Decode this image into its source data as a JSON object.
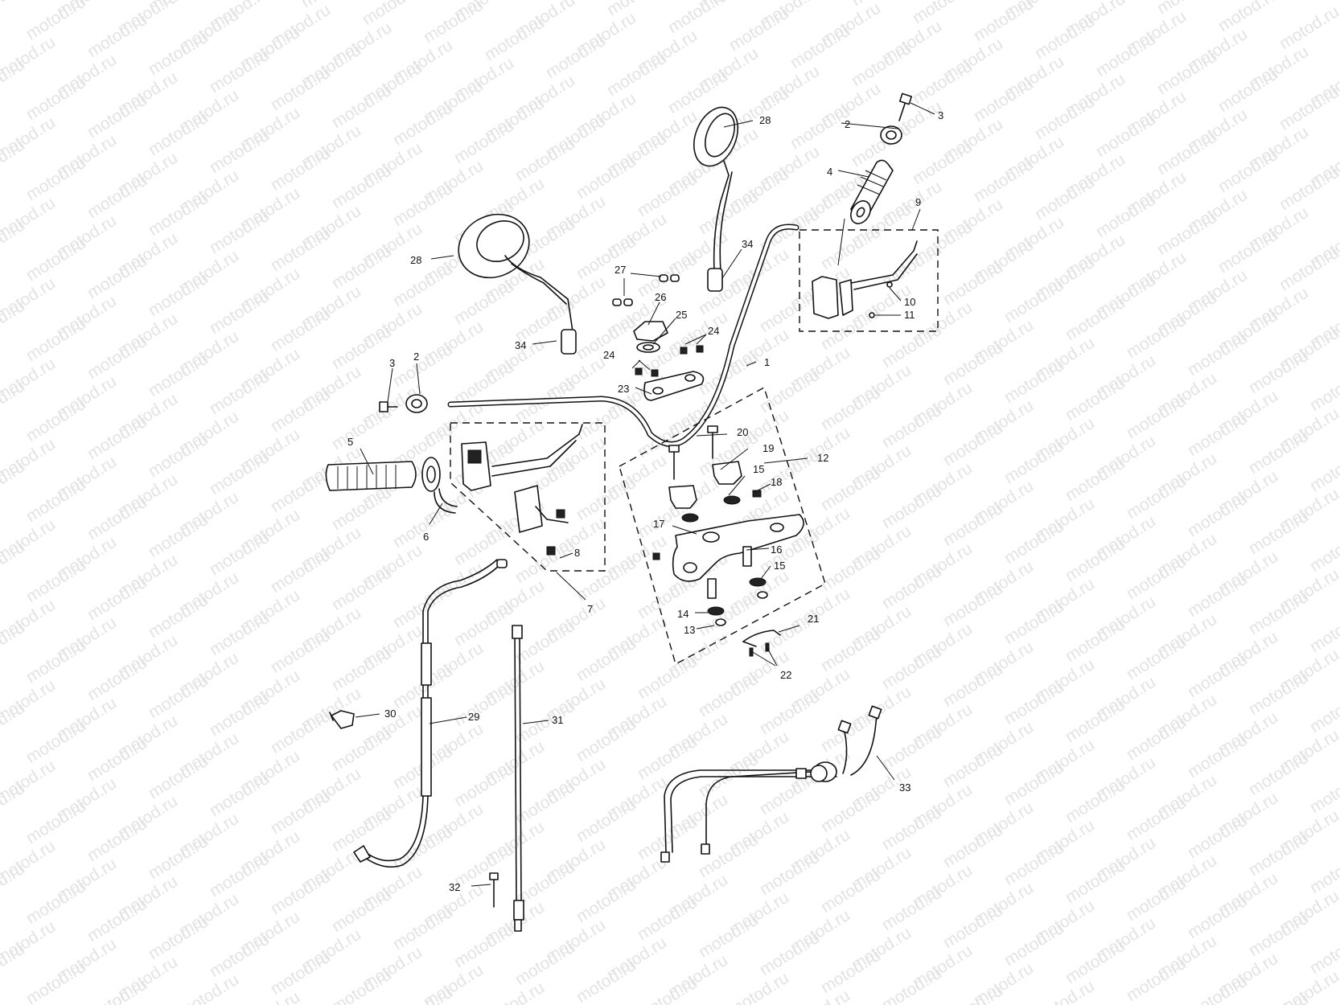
{
  "watermark": {
    "text": "motod.ru"
  },
  "colors": {
    "line": "#111111",
    "watermark": "#e3e3e3",
    "background": "#ffffff"
  },
  "callouts": {
    "1": "1",
    "2": "2",
    "3": "3",
    "4": "4",
    "5": "5",
    "6": "6",
    "7": "7",
    "8": "8",
    "9": "9",
    "10": "10",
    "11": "11",
    "12": "12",
    "13": "13",
    "14": "14",
    "15": "15",
    "16": "16",
    "17": "17",
    "18": "18",
    "19": "19",
    "20": "20",
    "21": "21",
    "22": "22",
    "23": "23",
    "24": "24",
    "25": "25",
    "26": "26",
    "27": "27",
    "28": "28",
    "29": "29",
    "30": "30",
    "31": "31",
    "32": "32",
    "33": "33",
    "34": "34"
  }
}
